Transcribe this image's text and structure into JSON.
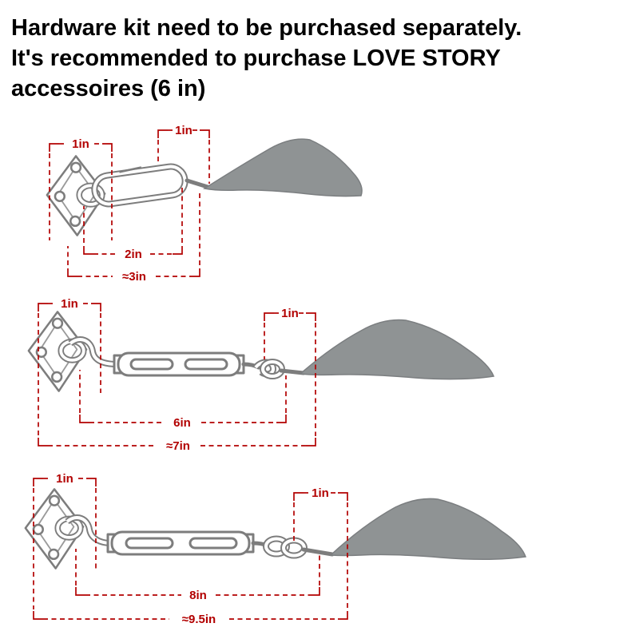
{
  "header": {
    "lines": [
      "Hardware kit need to be purchased separately.",
      "It's recommended to purchase LOVE STORY",
      "accessoires (6 in)"
    ]
  },
  "colors": {
    "dimension_red": "#b20000",
    "sail_gray": "#8f9394"
  },
  "diagrams": [
    {
      "dims": {
        "left": "1in",
        "right": "1in",
        "inner": "2in",
        "total": "≈3in"
      }
    },
    {
      "dims": {
        "left": "1in",
        "right": "1in",
        "inner": "6in",
        "total": "≈7in"
      }
    },
    {
      "dims": {
        "left": "1in",
        "right": "1in",
        "inner": "8in",
        "total": "≈9.5in"
      }
    }
  ]
}
